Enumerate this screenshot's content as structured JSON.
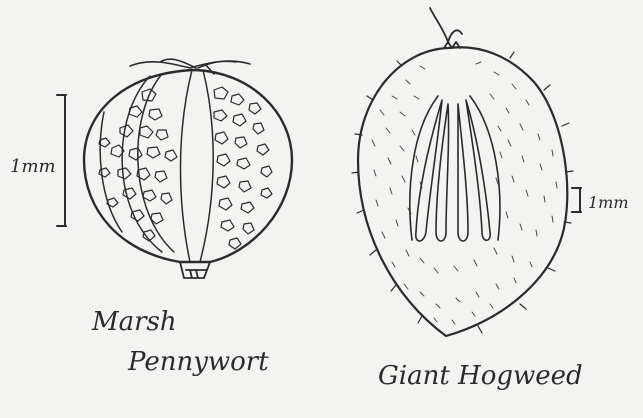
{
  "figure": {
    "background_color": "#f3f3f1",
    "ink_color": "#2b2b2b",
    "specimens": [
      {
        "id": "marsh-pennywort",
        "name_line1": "Marsh",
        "name_line2": "Pennywort",
        "scale_label": "1mm"
      },
      {
        "id": "giant-hogweed",
        "name": "Giant Hogweed",
        "scale_label": "1mm"
      }
    ]
  }
}
